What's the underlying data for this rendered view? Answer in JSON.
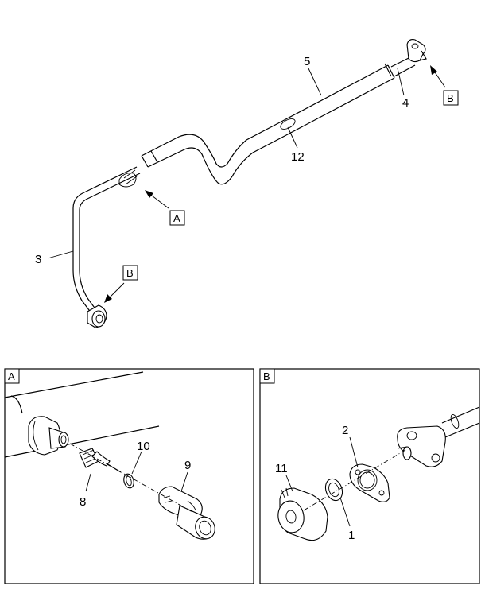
{
  "callouts": {
    "c3": "3",
    "c4": "4",
    "c5": "5",
    "c12": "12",
    "c8": "8",
    "c10": "10",
    "c9": "9",
    "c2": "2",
    "c11": "11",
    "c1": "1"
  },
  "view_refs": {
    "a_main": "A",
    "b_top": "B",
    "b_left": "B"
  },
  "panels": {
    "a_label": "A",
    "b_label": "B"
  }
}
